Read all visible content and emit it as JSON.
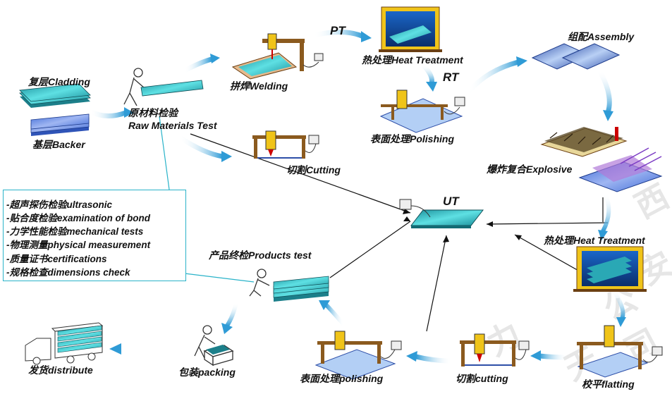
{
  "watermark": {
    "fragments": [
      "西",
      "安",
      "天",
      "力",
      "公",
      "司"
    ]
  },
  "stages": {
    "cladding": "复层Cladding",
    "backer": "基层Backer",
    "raw_test_cn": "原材料检验",
    "raw_test_en": "Raw Materials  Test",
    "welding": "拼焊Welding",
    "pt": "PT",
    "heat_treatment_1": "热处理Heat Treatment",
    "rt": "RT",
    "polishing_1": "表面处理Polishing",
    "cutting_1": "切割Cutting",
    "assembly": "组配Assembly",
    "explosive": "爆炸复合Explosive",
    "ut": "UT",
    "heat_treatment_2": "热处理Heat Treatment",
    "flatting": "校平flatting",
    "cutting_2": "切割cutting",
    "polishing_2": "表面处理polishing",
    "products_test": "产品终检Products test",
    "packing": "包装packing",
    "distribute": "发货distribute"
  },
  "inspections": [
    "-超声探伤检验ultrasonic",
    "-贴合度检验examination of bond",
    "-力学性能检验mechanical tests",
    "-物理测量physical measurement",
    "-质量证书certifications",
    "-规格检查dimensions check"
  ],
  "colors": {
    "plate_teal": "#3cc3c9",
    "plate_blue": "#6f8fe6",
    "arrow_blue": "#3a9fd8",
    "frame_brown": "#8b5a1e",
    "furnace_blue": "#1c3f8c",
    "box_border": "#2ab3c9"
  }
}
